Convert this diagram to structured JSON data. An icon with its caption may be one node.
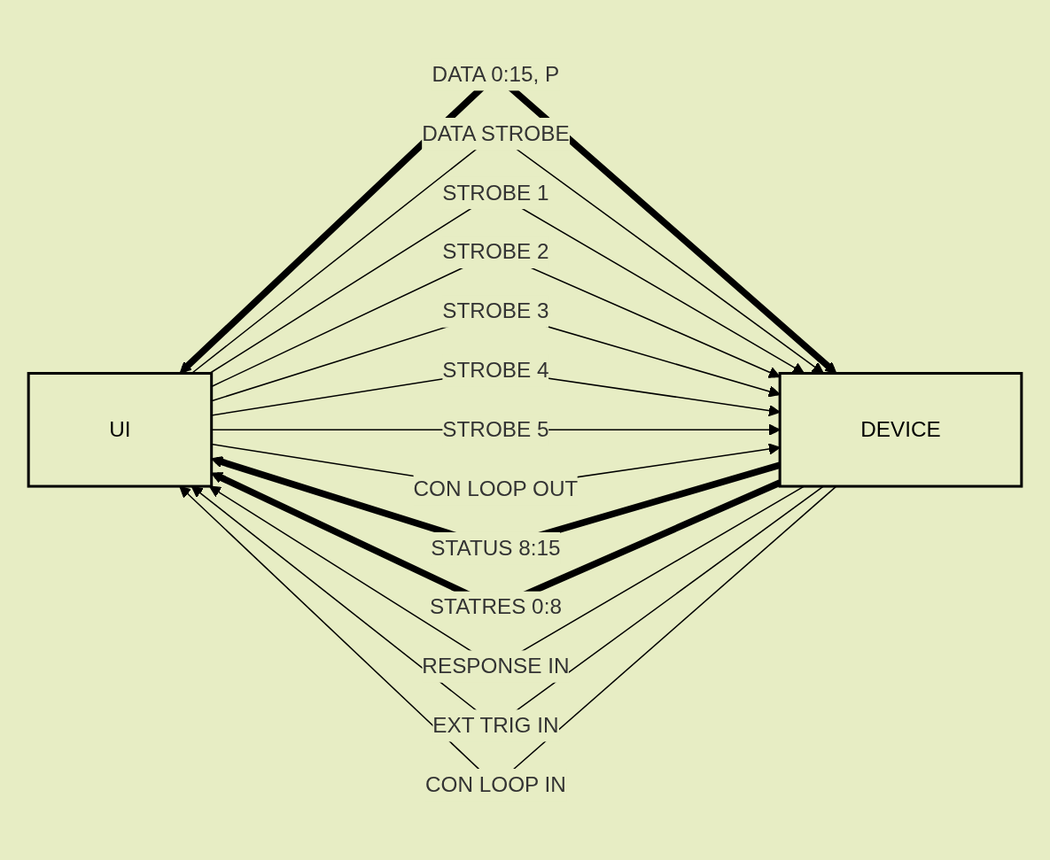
{
  "diagram": {
    "nodes": [
      {
        "text": [
          "UI"
        ]
      },
      {
        "text": [
          "DEVICE"
        ]
      }
    ],
    "edges": [
      {
        "from": 0,
        "to": 1,
        "arrow": "both",
        "label": "DATA 0:15, P",
        "style": "thick"
      },
      {
        "from": 0,
        "to": 1,
        "arrow": "to",
        "label": "DATA STROBE"
      },
      {
        "from": 0,
        "to": 1,
        "arrow": "to",
        "label": "STROBE 1"
      },
      {
        "from": 0,
        "to": 1,
        "arrow": "to",
        "label": "STROBE 2"
      },
      {
        "from": 0,
        "to": 1,
        "arrow": "to",
        "label": "STROBE 3"
      },
      {
        "from": 0,
        "to": 1,
        "arrow": "to",
        "label": "STROBE 4"
      },
      {
        "from": 0,
        "to": 1,
        "arrow": "to",
        "label": "STROBE 5"
      },
      {
        "from": 1,
        "to": 0,
        "arrow": "to",
        "label": "STATUS 8:15",
        "style": "thick"
      },
      {
        "from": 1,
        "to": 0,
        "arrow": "to",
        "label": "STATRES 0:8",
        "style": "thick"
      },
      {
        "from": 1,
        "to": 0,
        "arrow": "to",
        "label": "RESPONSE IN"
      },
      {
        "from": 1,
        "to": 0,
        "arrow": "to",
        "label": "EXT TRIG IN"
      },
      {
        "from": 0,
        "to": 1,
        "arrow": "to",
        "label": "CON LOOP OUT"
      },
      {
        "from": 1,
        "to": 0,
        "arrow": "to",
        "label": "CON LOOP IN"
      }
    ]
  }
}
